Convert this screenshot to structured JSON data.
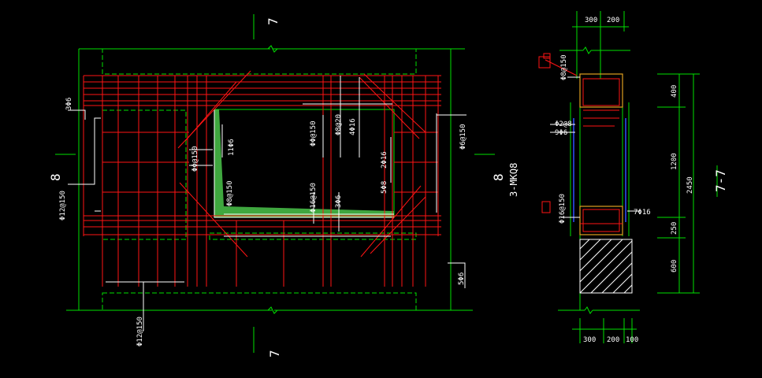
{
  "drawing": {
    "section_mark_7": "7",
    "section_mark_8": "8",
    "wall_label": "3-MKQ8",
    "section_title": "7-7",
    "rebar_labels": {
      "top_left": "3Φ6",
      "left_vertical": "Φ12@150",
      "bottom_left": "Φ12@150",
      "inner_vert_1": "ΦΦ@150",
      "inner_top_a": "ΦΦ@150",
      "inner_top_b": "Φ8@20",
      "inner_top_c": "4Φ16",
      "inner_left": "11Φ6",
      "inner_diag": "Φ8@150",
      "inner_bottom_a": "Φ16@150",
      "inner_bottom_b": "3Φ6",
      "inner_right_a": "2Φ16",
      "inner_right_b": "5Φ8",
      "right_side": "Φ6@150",
      "bottom_right": "5Φ6"
    },
    "section_dims": {
      "top": [
        "300",
        "200"
      ],
      "bottom": [
        "300",
        "200",
        "100"
      ],
      "vertical": [
        "400",
        "1200",
        "250",
        "600"
      ],
      "total": "2450"
    },
    "section_labels": {
      "top_rebar": "Φ8@150",
      "mid_left_a": "Φ2@8",
      "mid_left_b": "9Φ6",
      "bottom_left": "Φ16@150",
      "bottom_right": "7Φ16"
    }
  }
}
